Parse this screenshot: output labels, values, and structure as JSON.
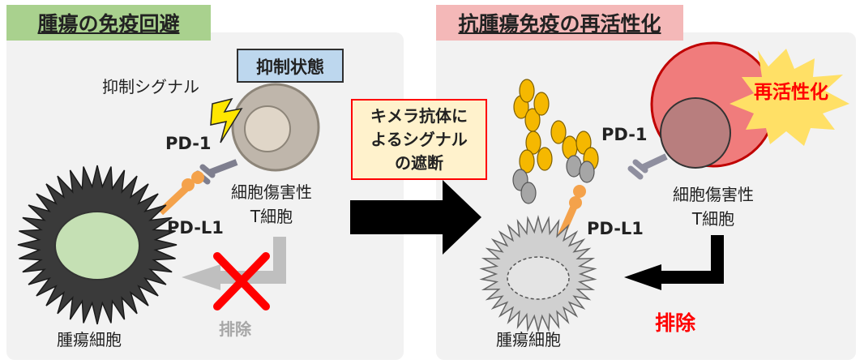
{
  "left_panel": {
    "title": "腫瘍の免疫回避",
    "state_badge": "抑制状態",
    "inhibit_signal": "抑制シグナル",
    "pd1_label": "PD-1",
    "pdl1_label": "PD-L1",
    "tcell_label_line1": "細胞傷害性",
    "tcell_label_line2": "T細胞",
    "elimination": "排除",
    "tumor_label": "腫瘍細胞"
  },
  "center": {
    "callout_line1": "キメラ抗体に",
    "callout_line2": "よるシグナル",
    "callout_line3": "の遮断"
  },
  "right_panel": {
    "title": "抗腫瘍免疫の再活性化",
    "reactivation_burst": "再活性化",
    "pd1_label": "PD-1",
    "pdl1_label": "PD-L1",
    "tcell_label_line1": "細胞傷害性",
    "tcell_label_line2": "T細胞",
    "elimination": "排除",
    "tumor_label": "腫瘍細胞"
  },
  "colors": {
    "left_title_bg": "#a9d18e",
    "right_title_bg": "#f4b8b8",
    "badge_bg": "#bdd7ee",
    "callout_bg": "#fff2cc",
    "callout_border": "#ff0000",
    "elimination_red": "#ff0000",
    "pd_orange": "#f4a24b",
    "antibody_yellow": "#f5b800",
    "antibody_gray": "#a6a6a6"
  }
}
